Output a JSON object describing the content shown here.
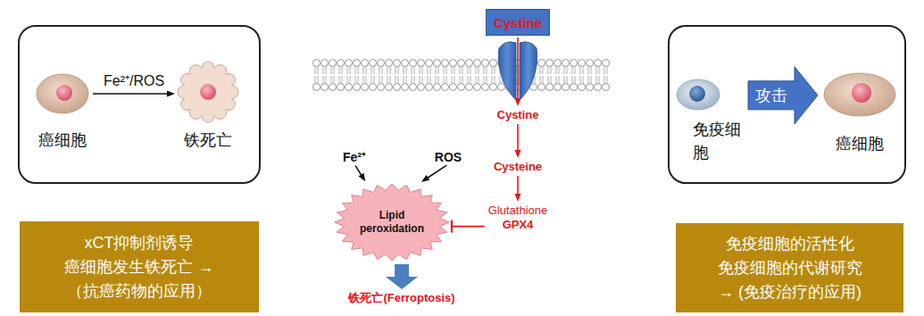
{
  "diagram": {
    "nodes": [
      {
        "text": []
      },
      {
        "text": [
          "癌细胞"
        ],
        "in": 0
      },
      {
        "text": [
          "铁死亡"
        ],
        "in": 0
      },
      {
        "text": [
          "xCT抑制剂诱导 癌细胞发生铁死亡 →（抗癌药物的应用）"
        ]
      },
      {
        "text": [
          "Cystine"
        ]
      },
      {
        "text": [
          "Cystine"
        ]
      },
      {
        "text": [
          "Cysteine"
        ]
      },
      {
        "text": [
          "Glutathione",
          "GPX4"
        ]
      },
      {
        "text": [
          "Fe²⁺"
        ]
      },
      {
        "text": [
          "ROS"
        ]
      },
      {
        "text": [
          "Lipid peroxidation"
        ]
      },
      {
        "text": [
          "铁死亡(Ferroptosis)"
        ]
      },
      {
        "text": []
      },
      {
        "text": [
          "免疫细胞"
        ],
        "in": 12
      },
      {
        "text": [
          "癌细胞"
        ],
        "in": 12
      },
      {
        "text": [
          "免疫细胞的活性化 免疫细胞的代谢研究 → (免疫治疗的应用)"
        ]
      }
    ],
    "edges": [
      {
        "from": 1,
        "to": 2,
        "arrow": "to",
        "label": "Fe²⁺/ROS"
      },
      {
        "from": 4,
        "to": 5,
        "arrow": "to"
      },
      {
        "from": 5,
        "to": 6,
        "arrow": "to"
      },
      {
        "from": 6,
        "to": 7,
        "arrow": "to"
      },
      {
        "from": 7,
        "to": 10,
        "arrow": "to"
      },
      {
        "from": 8,
        "to": 10,
        "arrow": "to"
      },
      {
        "from": 9,
        "to": 10,
        "arrow": "to"
      },
      {
        "from": 10,
        "to": 11,
        "arrow": "to"
      },
      {
        "from": 13,
        "to": 14,
        "arrow": "to",
        "label": "攻击"
      }
    ]
  }
}
